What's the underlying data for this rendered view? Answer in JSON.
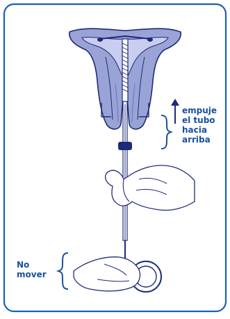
{
  "figure": {
    "instruction_lines": [
      "empuje",
      "el tubo",
      "hacia",
      "arriba"
    ],
    "hold_lines": [
      "No",
      "mover"
    ],
    "colors": {
      "border": "#1a5fb4",
      "text": "#1a4f9c",
      "uterus_fill": "#9aa3d6",
      "uterus_light": "#c9cdef",
      "line": "#1e2a78"
    },
    "icons": {
      "arrow": "up-arrow",
      "brace_instruction": "right-brace",
      "brace_hold": "left-brace"
    }
  }
}
